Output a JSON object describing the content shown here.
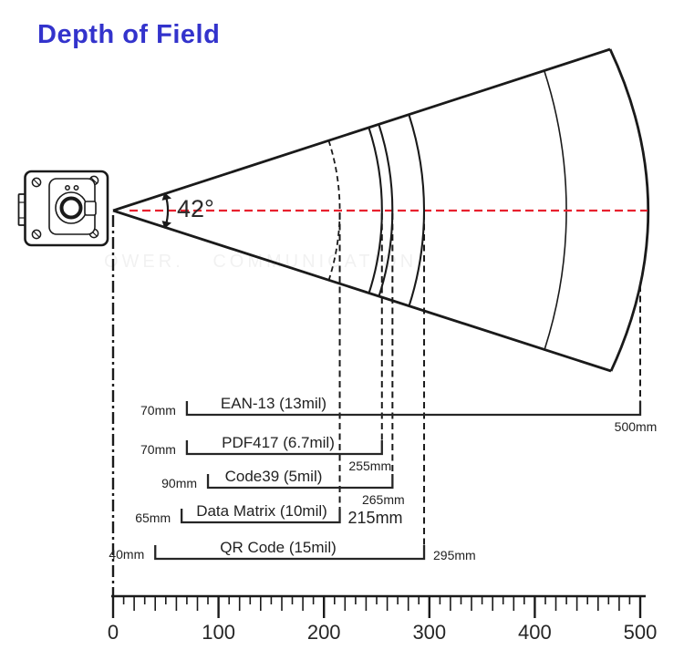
{
  "title": "Depth of Field",
  "angle_label": "42°",
  "watermark": "OWER.  COMMUNICATION",
  "colors": {
    "title_blue": "#3333cc",
    "beam_center_red": "#e8202e",
    "line_black": "#1a1a1a"
  },
  "barcodes": [
    {
      "label": "EAN-13 (13mil)",
      "min": "70mm",
      "max": "500mm",
      "min_mm": 70,
      "max_mm": 500
    },
    {
      "label": "PDF417 (6.7mil)",
      "min": "70mm",
      "max": "255mm",
      "min_mm": 70,
      "max_mm": 255
    },
    {
      "label": "Code39 (5mil)",
      "min": "90mm",
      "max": "265mm",
      "min_mm": 90,
      "max_mm": 265
    },
    {
      "label": "Data Matrix (10mil)",
      "min": "65mm",
      "max": "215mm",
      "min_mm": 65,
      "max_mm": 215
    },
    {
      "label": "QR Code (15mil)",
      "min": "40mm",
      "max": "295mm",
      "min_mm": 40,
      "max_mm": 295
    }
  ],
  "ruler": {
    "labels": [
      "0",
      "100",
      "200",
      "300",
      "400",
      "500"
    ],
    "min_mm": 0,
    "max_mm": 500,
    "step_mm": 10,
    "unit": "mm"
  }
}
